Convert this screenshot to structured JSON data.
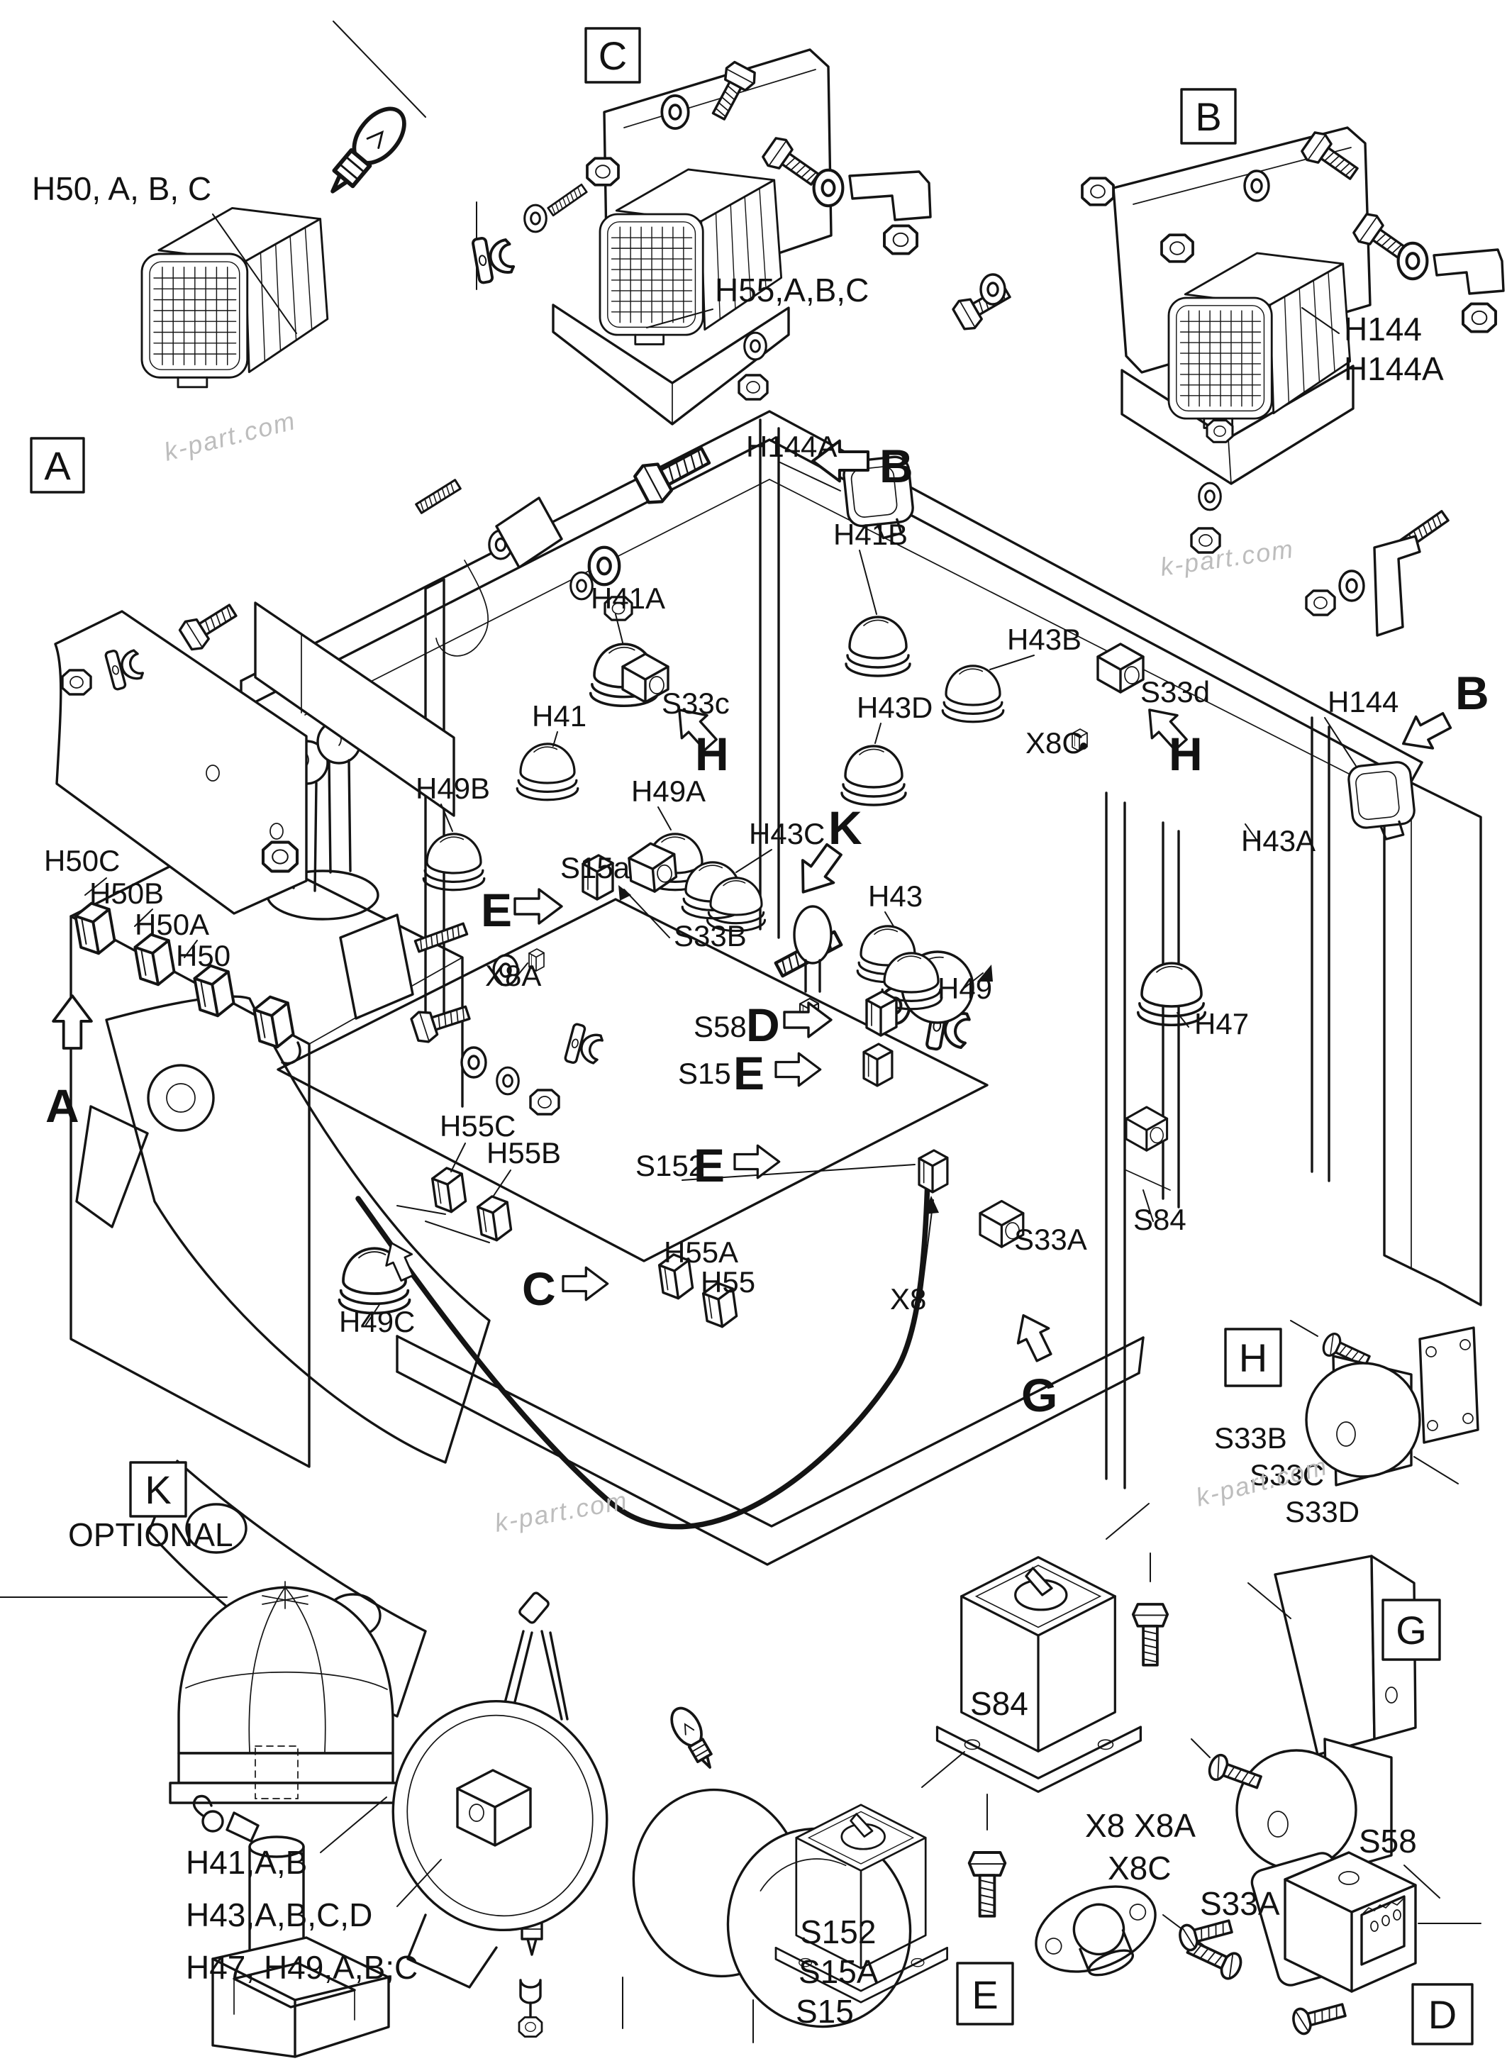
{
  "diagram": {
    "watermark_text": "k-part.com",
    "section_boxes": {
      "a": "A",
      "b": "B",
      "c": "C",
      "d": "D",
      "e": "E",
      "g": "G",
      "h": "H",
      "k": "K"
    },
    "callouts": {
      "a": "A",
      "b1": "B",
      "b2": "B",
      "c2": "C",
      "d1": "D",
      "e1": "E",
      "e2": "E",
      "e3": "E",
      "g1": "G",
      "h1": "H",
      "h2": "H",
      "k1": "K"
    },
    "labels": {
      "h50_group": "H50, A, B, C",
      "h55_group": "H55,A,B,C",
      "h144_top": "H144",
      "h144a_top": "H144A",
      "h144a_mid": "H144A",
      "h41b": "H41B",
      "h41a": "H41A",
      "h43b": "H43B",
      "h41": "H41",
      "s33c": "S33c",
      "h43d": "H43D",
      "s33d": "S33d",
      "x8c_mid": "X8C",
      "h144_right": "H144",
      "h43a": "H43A",
      "h49b": "H49B",
      "h49a": "H49A",
      "h43c": "H43C",
      "h43": "H43",
      "s15a": "S15a",
      "s33b_mid": "S33B",
      "x8a": "X8A",
      "h49": "H49",
      "h47": "H47",
      "s58_mid": "S58",
      "s15_mid": "S15",
      "s84_mid": "S84",
      "s33a_mid": "S33A",
      "h55c": "H55C",
      "h55b": "H55B",
      "s152_mid": "S152",
      "h55a": "H55A",
      "h55": "H55",
      "h49c": "H49C",
      "x8_mid": "X8",
      "h50c": "H50C",
      "h50b": "H50B",
      "h50a": "H50A",
      "h50": "H50",
      "s33b_btm": "S33B",
      "s33c_btm": "S33C",
      "s33d_btm": "S33D",
      "optional_note": "OPTIONAL",
      "s84_btm": "S84",
      "s33a_btm": "S33A",
      "x8_x8a_btm": "X8 X8A",
      "x8c_btm": "X8C",
      "s152_btm": "S152",
      "s15a_btm": "S15A",
      "s15_btm": "S15",
      "s58_btm": "S58"
    },
    "legend": {
      "line1": "H41,A,B",
      "line2": "H43,A,B,C,D",
      "line3": "H47, H49,A,B;C"
    }
  }
}
